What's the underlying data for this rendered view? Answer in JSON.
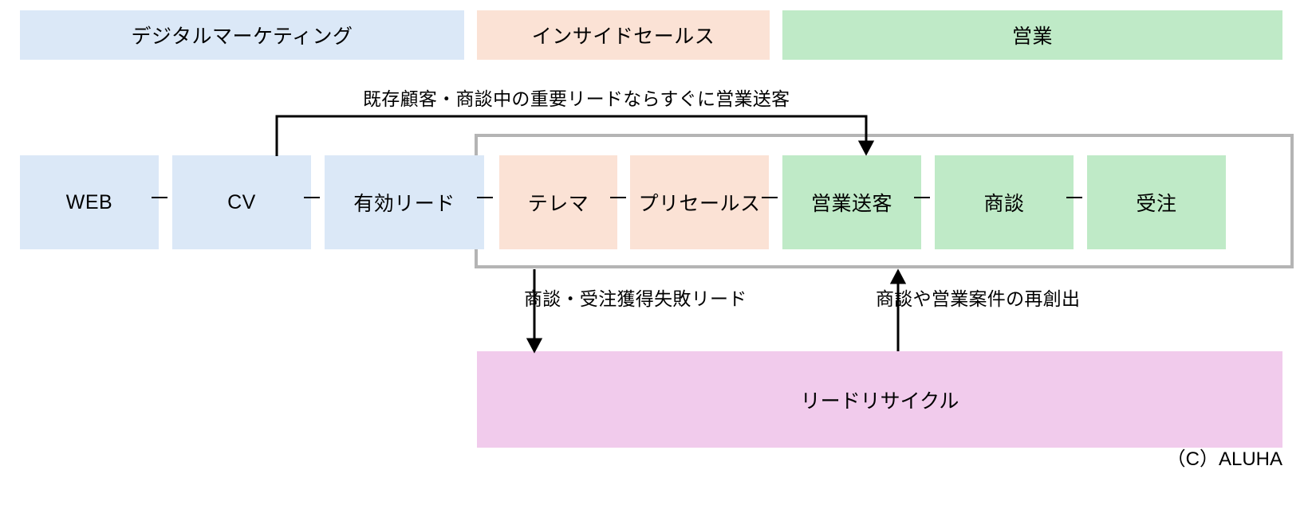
{
  "diagram": {
    "title_bands": [
      {
        "label": "デジタルマーケティング",
        "color": "#dbe8f7"
      },
      {
        "label": "インサイドセールス",
        "color": "#fbe2d5"
      },
      {
        "label": "営業",
        "color": "#bfeac7"
      }
    ],
    "stages": [
      {
        "label": "WEB",
        "color": "#dbe8f7",
        "group": "デジタルマーケティング"
      },
      {
        "label": "CV",
        "color": "#dbe8f7",
        "group": "デジタルマーケティング"
      },
      {
        "label": "有効リード",
        "color": "#dbe8f7",
        "group": "デジタルマーケティング"
      },
      {
        "label": "テレマ",
        "color": "#fbe2d5",
        "group": "インサイドセールス"
      },
      {
        "label": "プリセールス",
        "color": "#fbe2d5",
        "group": "インサイドセールス"
      },
      {
        "label": "営業送客",
        "color": "#bfeac7",
        "group": "営業"
      },
      {
        "label": "商談",
        "color": "#bfeac7",
        "group": "営業"
      },
      {
        "label": "受注",
        "color": "#bfeac7",
        "group": "営業"
      }
    ],
    "recycle": {
      "label": "リードリサイクル",
      "color": "#f1cbec"
    },
    "annotations": {
      "top_shortcut": "既存顧客・商談中の重要リードならすぐに営業送客",
      "to_recycle": "商談・受注獲得失敗リード",
      "from_recycle": "商談や営業案件の再創出"
    },
    "frame_color": "#b4b4b4",
    "copyright": "（C）ALUHA"
  }
}
